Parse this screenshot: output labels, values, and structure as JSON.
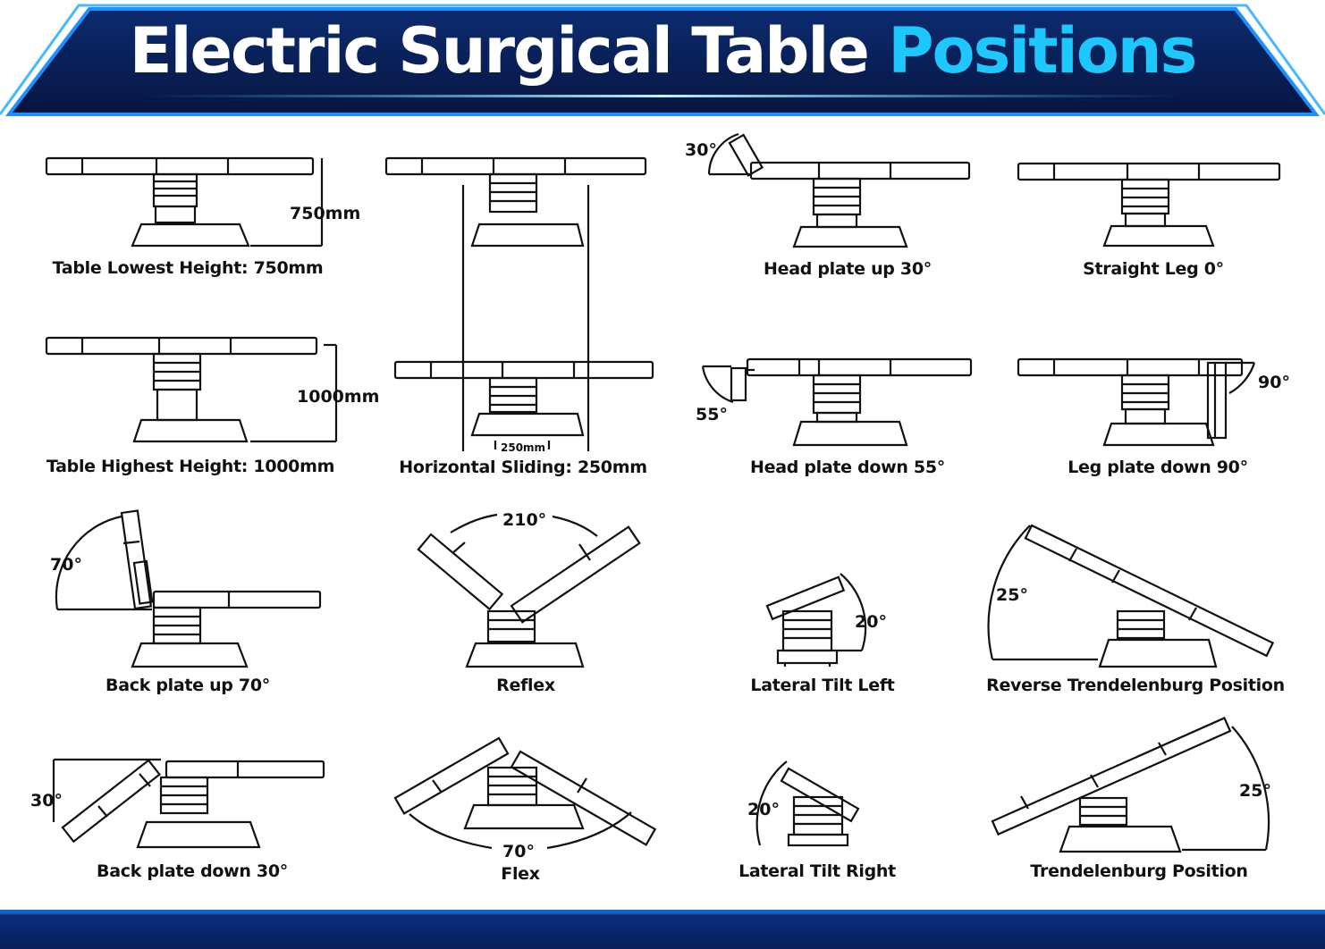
{
  "title": {
    "main": "Electric Surgical Table",
    "highlight": "Positions"
  },
  "colors": {
    "banner_dark": "#071a4a",
    "banner_mid": "#0c3a8c",
    "accent": "#1ec8ff",
    "line": "#111111"
  },
  "positions": [
    {
      "label": "Table Lowest Height: 750mm",
      "annotation": "750mm"
    },
    {
      "label": "Horizontal Sliding: 250mm",
      "annotation": "250mm"
    },
    {
      "label": "Head plate up 30°",
      "annotation": "30°"
    },
    {
      "label": "Straight Leg 0°"
    },
    {
      "label": "Table Highest Height: 1000mm",
      "annotation": "1000mm"
    },
    {
      "label": "Head plate down 55°",
      "annotation": "55°"
    },
    {
      "label": "Leg plate down 90°",
      "annotation": "90°"
    },
    {
      "label": "Back plate up 70°",
      "annotation": "70°"
    },
    {
      "label": "Reflex",
      "annotation": "210°"
    },
    {
      "label": "Lateral Tilt Left",
      "annotation": "20°"
    },
    {
      "label": "Reverse Trendelenburg Position",
      "annotation": "25°"
    },
    {
      "label": "Back plate down 30°",
      "annotation": "30°"
    },
    {
      "label": "Flex",
      "annotation": "70°"
    },
    {
      "label": "Lateral Tilt Right",
      "annotation": "20°"
    },
    {
      "label": "Trendelenburg Position",
      "annotation": "25°"
    }
  ]
}
